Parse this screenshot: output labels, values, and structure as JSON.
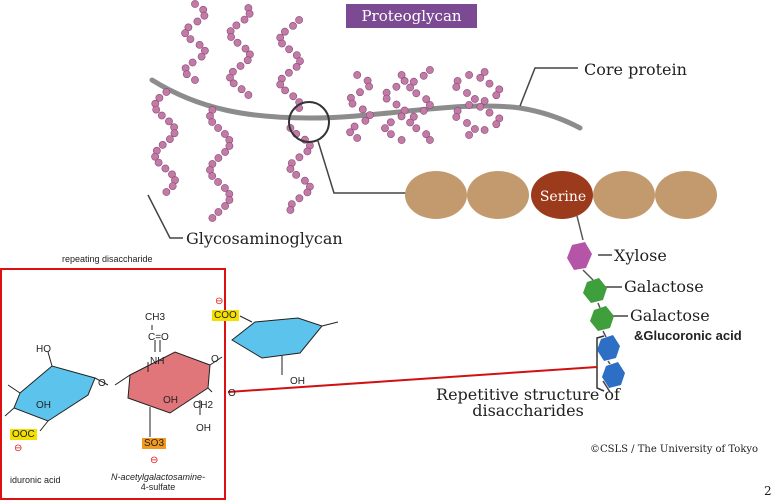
{
  "title": "Proteoglycan",
  "labels": {
    "core_protein": "Core protein",
    "glycosaminoglycan": "Glycosaminoglycan",
    "serine": "Serine",
    "xylose": "Xylose",
    "galactose1": "Galactose",
    "galactose2": "Galactose",
    "glucoronic": "&Glucoronic acid",
    "repetitive_line1": "Repetitive structure of",
    "repetitive_line2": "disaccharides",
    "credit": "©CSLS / The University of Tokyo",
    "corner_mark": "2"
  },
  "chemistry": {
    "repeating": "repeating disaccharide",
    "iduronic": "iduronic acid",
    "nacetyl_line1": "N-acetylgalactosamine-",
    "nacetyl_line2": "4-sulfate",
    "ch3": "CH3",
    "c_eq_o": "C=O",
    "nh": "NH",
    "ho": "HO",
    "oh1": "OH",
    "oh2": "OH",
    "oh3": "OH",
    "oh4": "OH",
    "ch2": "CH2",
    "ooc": "OOC",
    "coo": "COO",
    "so3": "SO3",
    "o1": "O",
    "o2": "O",
    "o3": "O",
    "minus": "⊖"
  },
  "colors": {
    "title_bg": "#7b4a93",
    "chain_bead": "#c27aa6",
    "bead_tan": "#c29a6e",
    "serine": "#9c3a1c",
    "xylose": "#b455a8",
    "galactose": "#3f9f3c",
    "repeat_unit": "#2c6fc4",
    "sugar_blue": "#5cc4ec",
    "sugar_red": "#e0757a",
    "box_red": "#d11111"
  }
}
